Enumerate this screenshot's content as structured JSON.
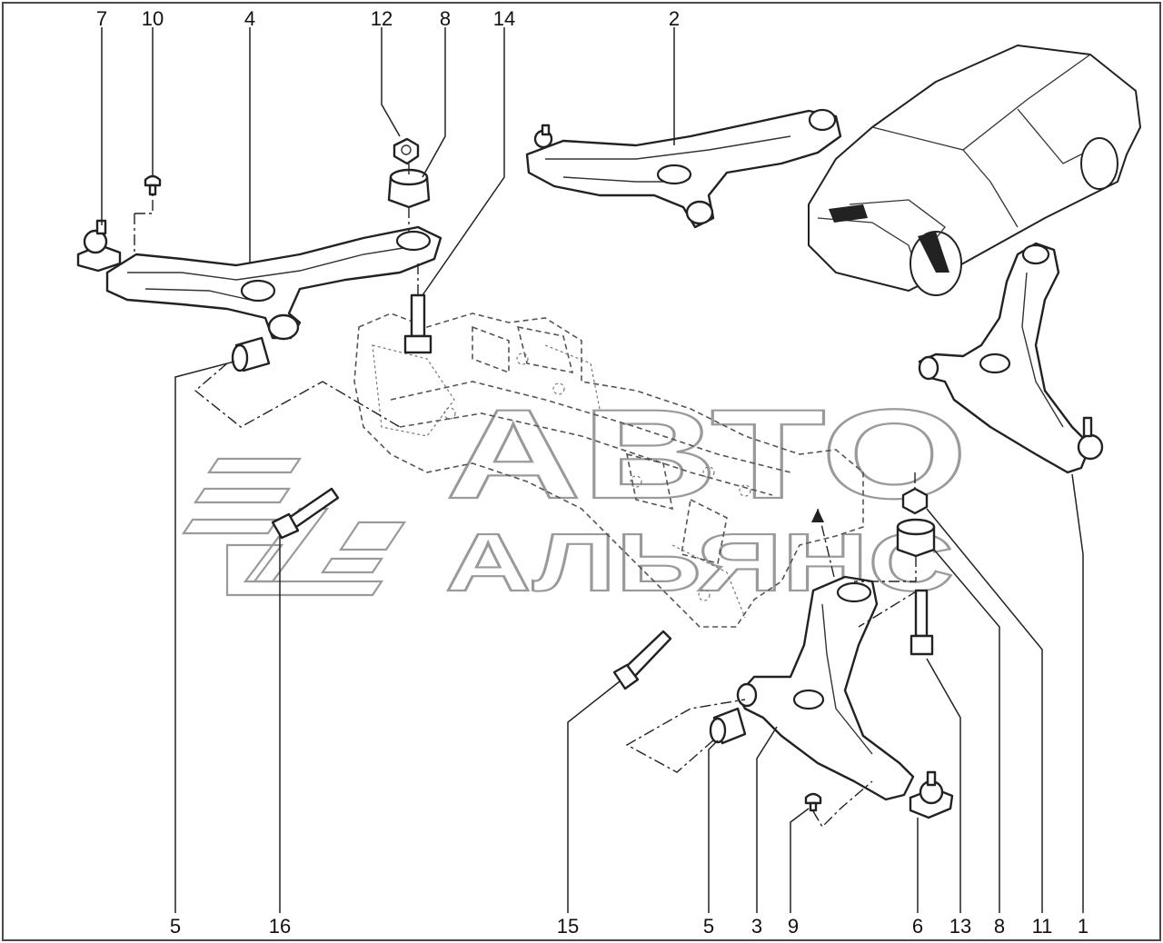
{
  "watermark": {
    "line1": "АВТО",
    "line2": "АЛЬЯНС"
  },
  "callouts": {
    "top": [
      {
        "text": "7"
      },
      {
        "text": "10"
      },
      {
        "text": "4"
      },
      {
        "text": "12"
      },
      {
        "text": "8"
      },
      {
        "text": "14"
      },
      {
        "text": "2"
      }
    ],
    "bottom": [
      {
        "text": "5"
      },
      {
        "text": "16"
      },
      {
        "text": "15"
      },
      {
        "text": "5"
      },
      {
        "text": "3"
      },
      {
        "text": "9"
      },
      {
        "text": "6"
      },
      {
        "text": "13"
      },
      {
        "text": "8"
      },
      {
        "text": "11"
      },
      {
        "text": "1"
      }
    ]
  }
}
